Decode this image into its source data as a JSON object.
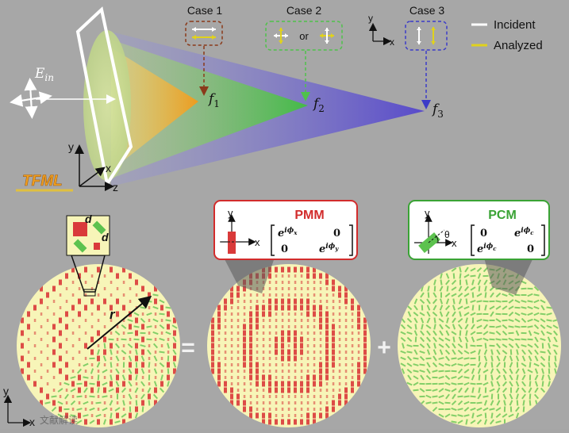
{
  "top": {
    "cases": [
      {
        "label": "Case 1",
        "color": "#8a3a1a"
      },
      {
        "label": "Case 2",
        "color": "#4fc24a"
      },
      {
        "label": "Case 3",
        "color": "#3c3cc8"
      }
    ],
    "case2_or": "or",
    "legend": {
      "incident": "Incident",
      "analyzed": "Analyzed"
    },
    "focal_labels": [
      "f",
      "f",
      "f"
    ],
    "focal_subs": [
      "1",
      "2",
      "3"
    ],
    "ein_main": "E",
    "ein_sub": "in",
    "tfml_label": "TFML",
    "axes": {
      "x": "x",
      "y": "y",
      "z": "z"
    }
  },
  "bottom": {
    "d_label": "d",
    "r_label": "r",
    "equals": "=",
    "plus": "+",
    "pmm": {
      "title": "PMM",
      "title_color": "#d22c2c",
      "matrix": {
        "a": "e",
        "a_sup": "iϕ",
        "a_sub": "x",
        "b": "0",
        "c": "0",
        "d": "e",
        "d_sup": "iϕ",
        "d_sub": "y"
      }
    },
    "pcm": {
      "title": "PCM",
      "title_color": "#3aa335",
      "theta": "θ",
      "matrix": {
        "a": "0",
        "b": "e",
        "b_sup": "iϕ",
        "b_sub": "c",
        "c": "e",
        "c_sup": "iϕ",
        "c_sub": "c",
        "d": "0"
      }
    },
    "axes": {
      "x": "x",
      "y": "y"
    },
    "watermark": "文献解读"
  },
  "colors": {
    "disc": "#f7f5b8",
    "red": "#d93a3a",
    "green": "#5cc24e",
    "orange": "#f2a12a",
    "incident": "#ffffff",
    "analyzed": "#e0d21c"
  }
}
